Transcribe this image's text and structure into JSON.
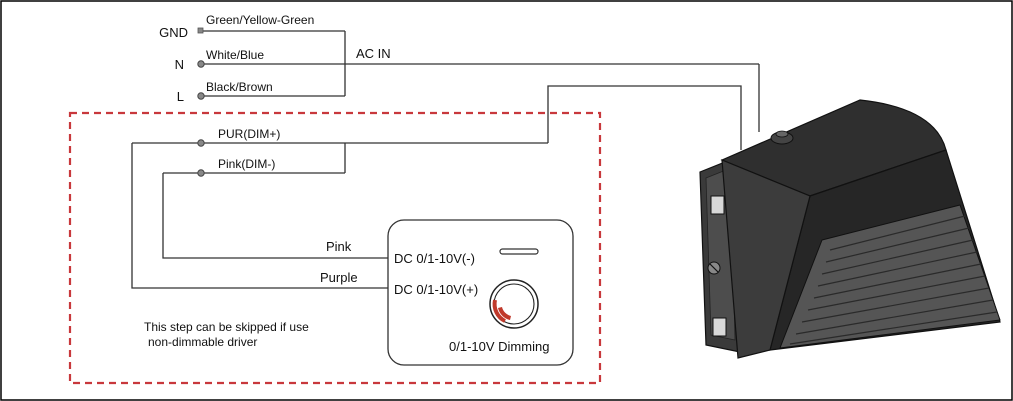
{
  "terminals": {
    "gnd": {
      "tag": "GND",
      "wire": "Green/Yellow-Green"
    },
    "n": {
      "tag": "N",
      "wire": "White/Blue"
    },
    "l": {
      "tag": "L",
      "wire": "Black/Brown"
    }
  },
  "ac_in": "AC IN",
  "dim_plus": "PUR(DIM+)",
  "dim_minus": "Pink(DIM-)",
  "wire_pink": "Pink",
  "wire_purple": "Purple",
  "dimmer": {
    "neg_terminal": "DC 0/1-10V(-)",
    "pos_terminal": "DC 0/1-10V(+)",
    "label": "0/1-10V Dimming"
  },
  "note": {
    "line1": "This step can be skipped if use",
    "line2": "non-dimmable driver"
  },
  "colors": {
    "dashed_box": "#c8383c",
    "knob_accent": "#c0392b",
    "fixture_dark": "#2a2a2a"
  }
}
